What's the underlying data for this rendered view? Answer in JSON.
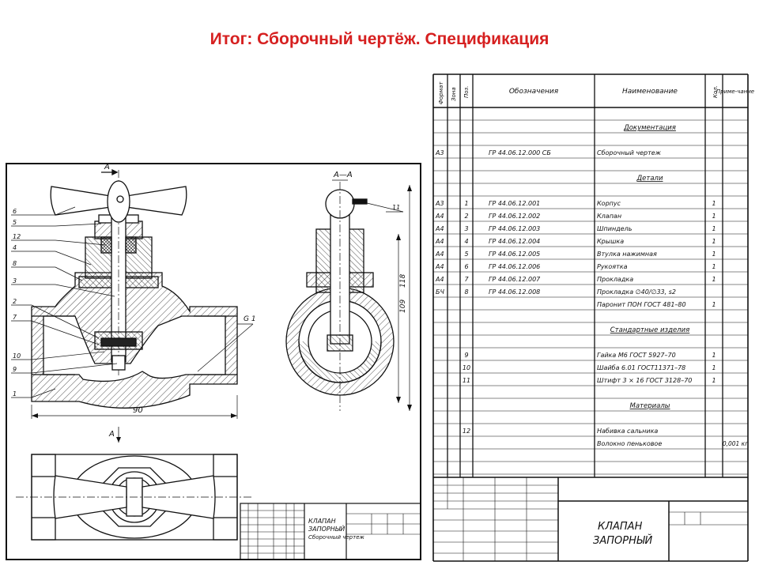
{
  "slide": {
    "title": "Итог: Сборочный чертёж. Спецификация"
  },
  "drawing": {
    "section_label": "А",
    "section_view_label": "А—А",
    "dimension_length": "90",
    "dimension_height_1": "109",
    "dimension_height_2": "118",
    "thread_label": "G 1",
    "callouts_left": [
      "6",
      "5",
      "12",
      "4",
      "8",
      "3",
      "2",
      "7",
      "10",
      "9",
      "1"
    ],
    "callout_right": "11",
    "title_block": {
      "name_line1": "КЛАПАН",
      "name_line2": "ЗАПОРНЫЙ",
      "doc_type": "Сборочный чертеж"
    }
  },
  "spec": {
    "headers": {
      "format": "Формат",
      "zone": "Зона",
      "pos": "Поз.",
      "designation": "Обозначения",
      "name": "Наименование",
      "qty": "Кол.",
      "note": "Приме-чание"
    },
    "rows": [
      {
        "format": "",
        "zone": "",
        "pos": "",
        "designation": "",
        "name": "",
        "qty": "",
        "note": ""
      },
      {
        "format": "",
        "zone": "",
        "pos": "",
        "designation": "",
        "name": "Документация",
        "qty": "",
        "note": "",
        "section": true
      },
      {
        "format": "",
        "zone": "",
        "pos": "",
        "designation": "",
        "name": "",
        "qty": "",
        "note": ""
      },
      {
        "format": "А3",
        "zone": "",
        "pos": "",
        "designation": "ГР 44.06.12.000 СБ",
        "name": "Сборочный чертеж",
        "qty": "",
        "note": ""
      },
      {
        "format": "",
        "zone": "",
        "pos": "",
        "designation": "",
        "name": "",
        "qty": "",
        "note": ""
      },
      {
        "format": "",
        "zone": "",
        "pos": "",
        "designation": "",
        "name": "Детали",
        "qty": "",
        "note": "",
        "section": true
      },
      {
        "format": "",
        "zone": "",
        "pos": "",
        "designation": "",
        "name": "",
        "qty": "",
        "note": ""
      },
      {
        "format": "А3",
        "zone": "",
        "pos": "1",
        "designation": "ГР 44.06.12.001",
        "name": "Корпус",
        "qty": "1",
        "note": ""
      },
      {
        "format": "А4",
        "zone": "",
        "pos": "2",
        "designation": "ГР 44.06.12.002",
        "name": "Клапан",
        "qty": "1",
        "note": ""
      },
      {
        "format": "А4",
        "zone": "",
        "pos": "3",
        "designation": "ГР 44.06.12.003",
        "name": "Шпиндель",
        "qty": "1",
        "note": ""
      },
      {
        "format": "А4",
        "zone": "",
        "pos": "4",
        "designation": "ГР 44.06.12.004",
        "name": "Крышка",
        "qty": "1",
        "note": ""
      },
      {
        "format": "А4",
        "zone": "",
        "pos": "5",
        "designation": "ГР 44.06.12.005",
        "name": "Втулка нажимная",
        "qty": "1",
        "note": ""
      },
      {
        "format": "А4",
        "zone": "",
        "pos": "6",
        "designation": "ГР 44.06.12.006",
        "name": "Рукоятка",
        "qty": "1",
        "note": ""
      },
      {
        "format": "А4",
        "zone": "",
        "pos": "7",
        "designation": "ГР 44.06.12.007",
        "name": "Прокладка",
        "qty": "1",
        "note": ""
      },
      {
        "format": "БЧ",
        "zone": "",
        "pos": "8",
        "designation": "ГР 44.06.12.008",
        "name": "Прокладка ∅40/∅33, s2",
        "qty": "",
        "note": ""
      },
      {
        "format": "",
        "zone": "",
        "pos": "",
        "designation": "",
        "name": "Паронит ПОН ГОСТ 481–80",
        "qty": "1",
        "note": ""
      },
      {
        "format": "",
        "zone": "",
        "pos": "",
        "designation": "",
        "name": "",
        "qty": "",
        "note": ""
      },
      {
        "format": "",
        "zone": "",
        "pos": "",
        "designation": "",
        "name": "Стандартные изделия",
        "qty": "",
        "note": "",
        "section": true
      },
      {
        "format": "",
        "zone": "",
        "pos": "",
        "designation": "",
        "name": "",
        "qty": "",
        "note": ""
      },
      {
        "format": "",
        "zone": "",
        "pos": "9",
        "designation": "",
        "name": "Гайка М6 ГОСТ 5927–70",
        "qty": "1",
        "note": ""
      },
      {
        "format": "",
        "zone": "",
        "pos": "10",
        "designation": "",
        "name": "Шайба 6.01 ГОСТ11371–78",
        "qty": "1",
        "note": ""
      },
      {
        "format": "",
        "zone": "",
        "pos": "11",
        "designation": "",
        "name": "Штифт 3 × 16 ГОСТ 3128–70",
        "qty": "1",
        "note": ""
      },
      {
        "format": "",
        "zone": "",
        "pos": "",
        "designation": "",
        "name": "",
        "qty": "",
        "note": ""
      },
      {
        "format": "",
        "zone": "",
        "pos": "",
        "designation": "",
        "name": "Материалы",
        "qty": "",
        "note": "",
        "section": true
      },
      {
        "format": "",
        "zone": "",
        "pos": "",
        "designation": "",
        "name": "",
        "qty": "",
        "note": ""
      },
      {
        "format": "",
        "zone": "",
        "pos": "12",
        "designation": "",
        "name": "Набивка сальника",
        "qty": "",
        "note": ""
      },
      {
        "format": "",
        "zone": "",
        "pos": "",
        "designation": "",
        "name": "Волокно пеньковое",
        "qty": "",
        "note": "0,001 кг"
      },
      {
        "format": "",
        "zone": "",
        "pos": "",
        "designation": "",
        "name": "",
        "qty": "",
        "note": ""
      },
      {
        "format": "",
        "zone": "",
        "pos": "",
        "designation": "",
        "name": "",
        "qty": "",
        "note": ""
      }
    ],
    "title_block": {
      "name_line1": "КЛАПАН",
      "name_line2": "ЗАПОРНЫЙ"
    }
  }
}
